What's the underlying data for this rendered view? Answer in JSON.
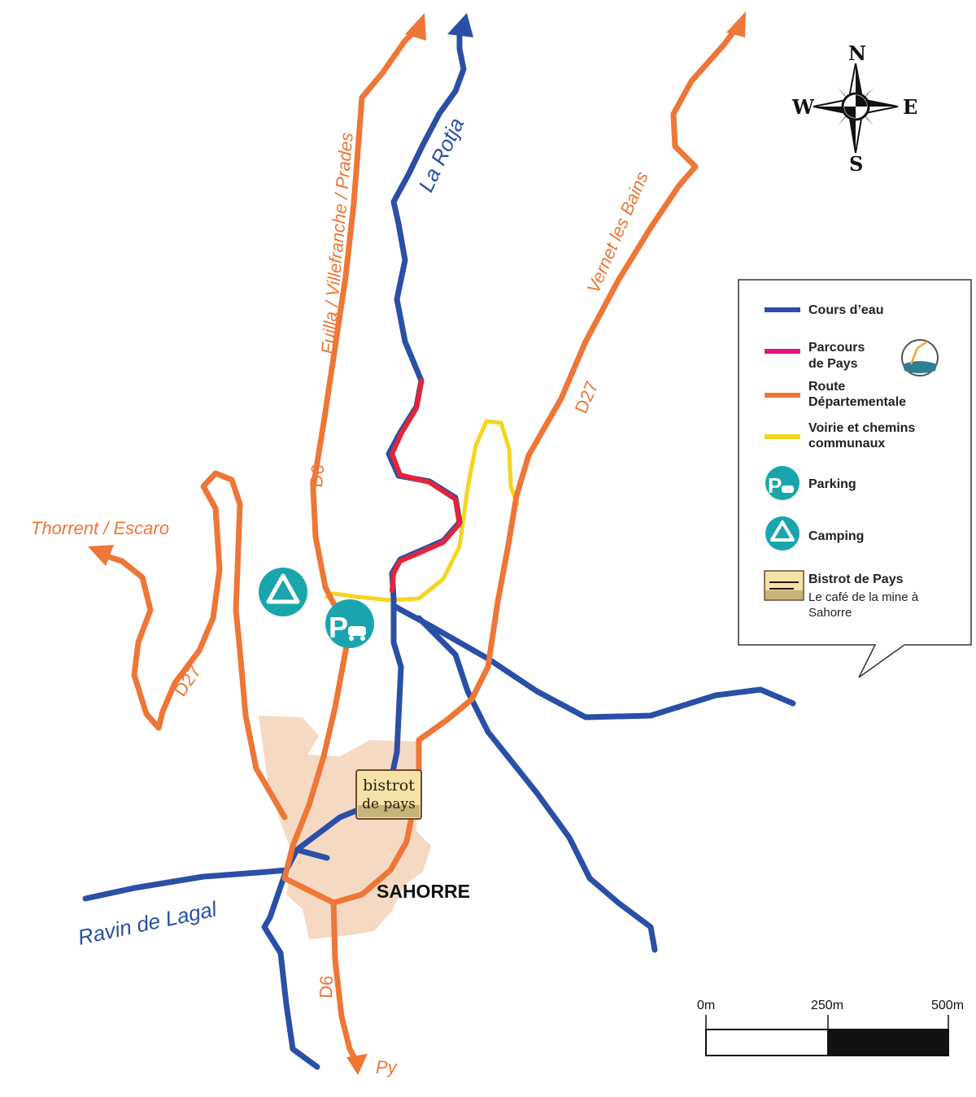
{
  "map": {
    "town": "SAHORRE",
    "roads": {
      "d6_top": "Fuilla / Villefranche / Prades",
      "d6_code_north": "D6",
      "d6_code_south": "D6",
      "d6_south_dest": "Py",
      "d27_east_dest": "Vernet les Bains",
      "d27_code_east": "D27",
      "d27_west_dest": "Thorrent / Escaro",
      "d27_code_west": "D27"
    },
    "rivers": {
      "la_rotja": "La Rotja",
      "ravin": "Ravin de Lagal"
    },
    "markers": {
      "bistrot_line1": "bistrot",
      "bistrot_line2": "de pays"
    },
    "colors": {
      "road": "#ee7637",
      "river": "#2a4fa6",
      "parcours": "#e4243a",
      "voirie": "#f5d51f",
      "town_area": "#f6d9c3",
      "poi": "#1aa5ad"
    }
  },
  "compass": {
    "n": "N",
    "s": "S",
    "e": "E",
    "w": "W"
  },
  "legend": {
    "cours_eau": "Cours d’eau",
    "parcours_l1": "Parcours",
    "parcours_l2": "de Pays",
    "route_l1": "Route",
    "route_l2": "Départementale",
    "voirie_l1": "Voirie et chemins",
    "voirie_l2": "communaux",
    "parking": "Parking",
    "camping": "Camping",
    "bistrot": "Bistrot de Pays",
    "bistrot_sub1": "Le café de la mine à",
    "bistrot_sub2": "Sahorre",
    "parking_icon": "P"
  },
  "scale": {
    "t0": "0m",
    "t1": "250m",
    "t2": "500m"
  }
}
